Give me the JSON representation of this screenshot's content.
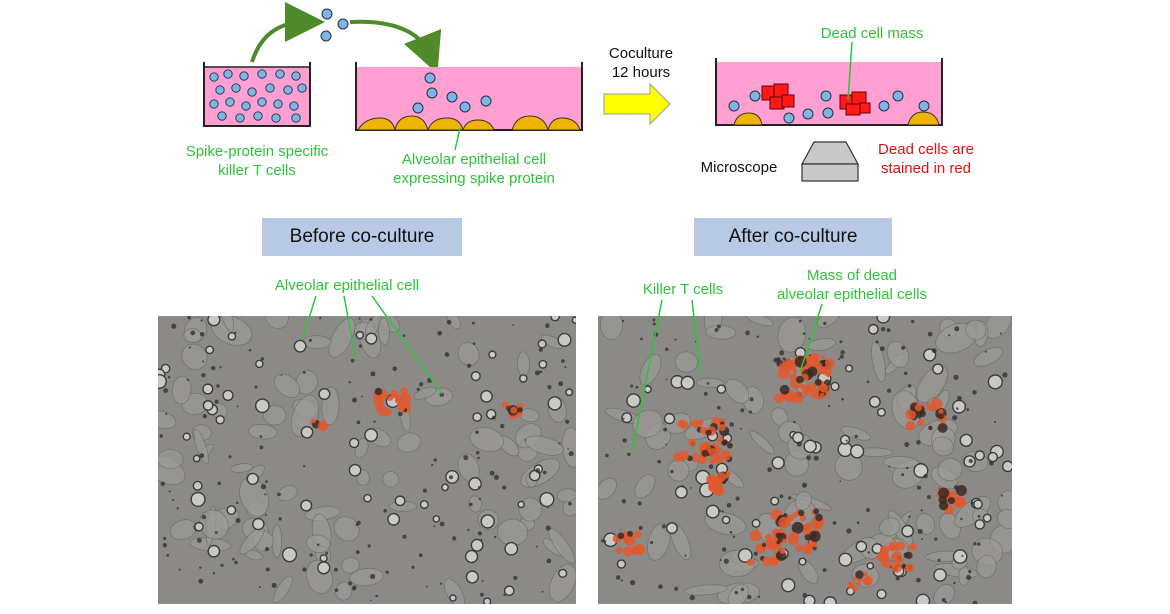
{
  "diagram": {
    "step_label_line1": "Coculture",
    "step_label_line2": "12 hours",
    "label_dead_cell_mass": "Dead cell mass",
    "label_killer_line1": "Spike-protein specific",
    "label_killer_line2": "killer T cells",
    "label_alveolar_line1": "Alveolar epithelial cell",
    "label_alveolar_line2": "expressing spike protein",
    "label_microscope": "Microscope",
    "label_stained_line1": "Dead cells are",
    "label_stained_line2": "stained in red"
  },
  "panels": {
    "before": {
      "header": "Before co-culture",
      "annotation": "Alveolar epithelial cell"
    },
    "after": {
      "header": "After co-culture",
      "annotation_killer": "Killer T cells",
      "annotation_mass_line1": "Mass of dead",
      "annotation_mass_line2": "alveolar epithelial cells"
    }
  },
  "colors": {
    "medium_pink": "#ff9fd2",
    "t_cell_blue": "#7fb4e6",
    "epithelial_gold": "#f0b400",
    "dead_red": "#ff1a1a",
    "arrow_yellow": "#ffff00",
    "label_green": "#2ec43a",
    "header_blue": "#b8c9e6"
  }
}
